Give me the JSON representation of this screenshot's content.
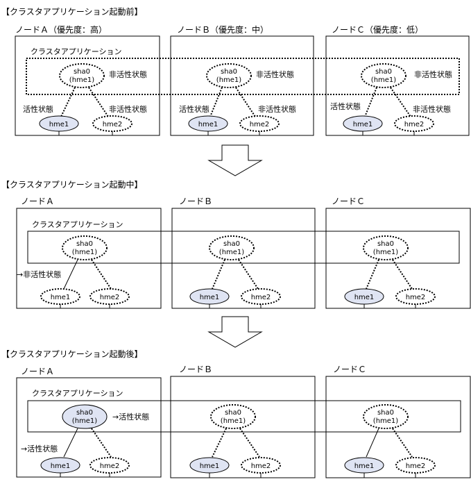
{
  "stages": [
    {
      "title": "【クラスタアプリケーション起動前】",
      "app_label": "クラスタアプリケーション",
      "nodes": [
        {
          "label": "ノードＡ（優先度：高）",
          "sha_state": "非活性状態",
          "hme1_state": "活性状態",
          "hme2_state": "非活性状態"
        },
        {
          "label": "ノードＢ（優先度：中）",
          "sha_state": "非活性状態",
          "hme1_state": "活性状態",
          "hme2_state": "非活性状態"
        },
        {
          "label": "ノードＣ（優先度：低）",
          "sha_state": "非活性状態",
          "hme1_state": "活性状態",
          "hme2_state": "非活性状態"
        }
      ]
    },
    {
      "title": "【クラスタアプリケーション起動中】",
      "app_label": "クラスタアプリケーション",
      "nodes": [
        {
          "label": "ノードＡ",
          "hme1_state": "→非活性状態"
        },
        {
          "label": "ノードＢ"
        },
        {
          "label": "ノードＣ"
        }
      ]
    },
    {
      "title": "【クラスタアプリケーション起動後】",
      "app_label": "クラスタアプリケーション",
      "nodes": [
        {
          "label": "ノードＡ",
          "sha_state": "→活性状態",
          "hme1_state": "→活性状態"
        },
        {
          "label": "ノードＢ"
        },
        {
          "label": "ノードＣ"
        }
      ]
    }
  ],
  "sha_lines": [
    "sha0",
    "(hme1)"
  ],
  "nic1": "hme1",
  "nic2": "hme2"
}
